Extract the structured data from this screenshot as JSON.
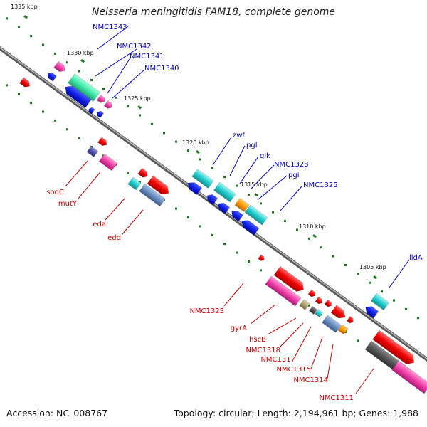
{
  "title": "Neisseria meningitidis FAM18, complete genome",
  "footer": {
    "accession": "Accession: NC_008767",
    "topology": "Topology: circular; Length: 2,194,961 bp; Genes: 1,988"
  },
  "kbp_labels": [
    "1335 kbp",
    "1330 kbp",
    "1325 kbp",
    "1320 kbp",
    "1315 kbp",
    "1310 kbp",
    "1305 kbp"
  ],
  "genes_upper": [
    "NMC1343",
    "NMC1342",
    "NMC1341",
    "NMC1340",
    "zwf",
    "pgl",
    "glk",
    "NMC1328",
    "pgi",
    "NMC1325",
    "lldA"
  ],
  "genes_lower": [
    "sodC",
    "mutY",
    "eda",
    "edd",
    "NMC1323",
    "gyrA",
    "hscB",
    "NMC1318",
    "NMC1317",
    "NMC1315",
    "NMC1314",
    "NMC1311"
  ],
  "colors": {
    "forward_label": "#0000cc",
    "reverse_label": "#cc0000",
    "backbone": "#8c8c8c",
    "tick": "#1a7a1a"
  }
}
